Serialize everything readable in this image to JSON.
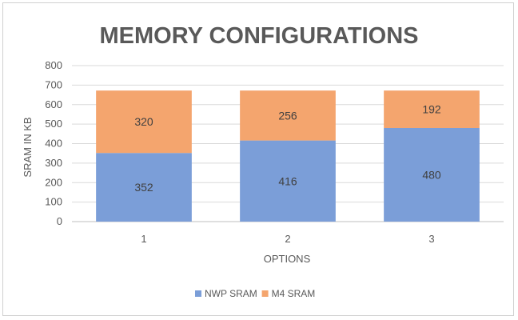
{
  "chart_data": {
    "type": "bar",
    "stacked": true,
    "title": "MEMORY CONFIGURATIONS",
    "xlabel": "OPTIONS",
    "ylabel": "SRAM IN KB",
    "categories": [
      "1",
      "2",
      "3"
    ],
    "series": [
      {
        "name": "NWP SRAM",
        "values": [
          352,
          416,
          480
        ],
        "color": "#7b9ed8"
      },
      {
        "name": "M4 SRAM",
        "values": [
          320,
          256,
          192
        ],
        "color": "#f4a56e"
      }
    ],
    "ylim": [
      0,
      800
    ],
    "yticks": [
      0,
      100,
      200,
      300,
      400,
      500,
      600,
      700,
      800
    ],
    "grid": true,
    "legend": "bottom"
  }
}
